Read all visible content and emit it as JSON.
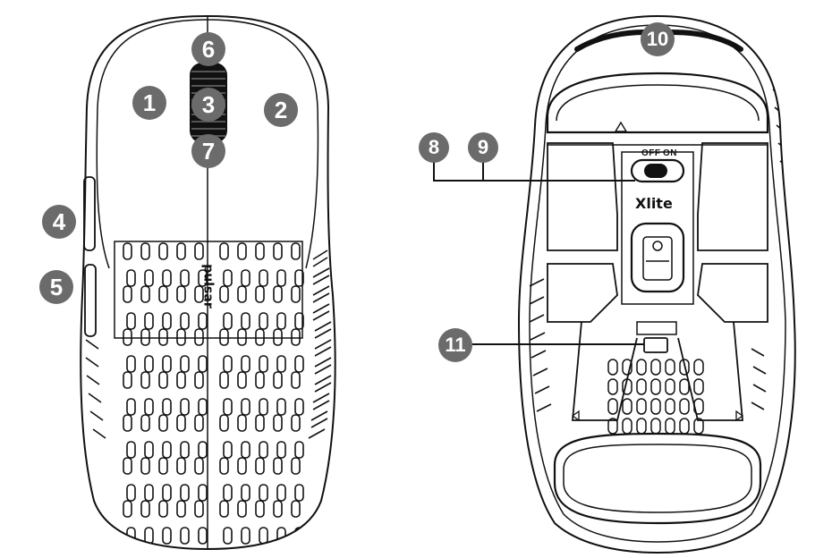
{
  "callouts": {
    "c1": "1",
    "c2": "2",
    "c3": "3",
    "c4": "4",
    "c5": "5",
    "c6": "6",
    "c7": "7",
    "c8": "8",
    "c9": "9",
    "c10": "10",
    "c11": "11"
  },
  "top_view": {
    "brand": "pulsar"
  },
  "bottom_view": {
    "switch_off": "OFF",
    "switch_on": "ON",
    "model": "Xlite"
  },
  "colors": {
    "badge": "#6b6b6b",
    "outline": "#111111"
  }
}
